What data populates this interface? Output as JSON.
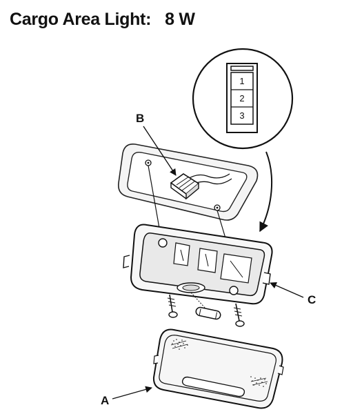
{
  "title": {
    "label": "Cargo Area Light:",
    "wattage": "8 W"
  },
  "callouts": {
    "a": "A",
    "b": "B",
    "c": "C"
  },
  "connector": {
    "pins": [
      "1",
      "2",
      "3"
    ]
  }
}
